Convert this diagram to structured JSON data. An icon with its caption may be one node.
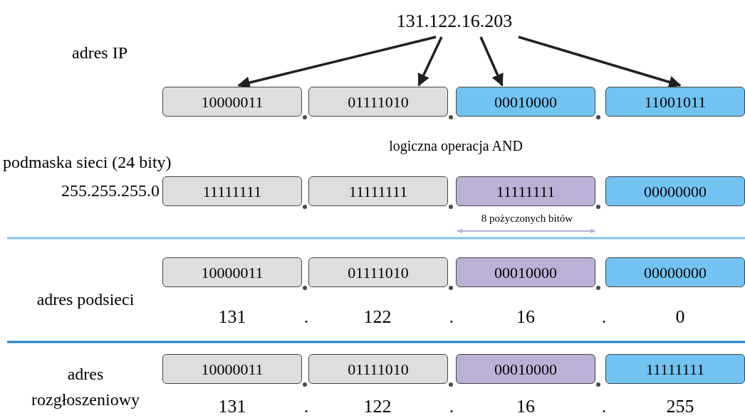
{
  "diagram": {
    "nodes": [
      {
        "text": [
          "131.122.16.203"
        ]
      },
      {
        "text": [
          "10000011"
        ]
      },
      {
        "text": [
          "01111010"
        ]
      },
      {
        "text": [
          "00010000"
        ]
      },
      {
        "text": [
          "11001011"
        ]
      },
      {
        "text": [
          "11111111"
        ]
      },
      {
        "text": [
          "11111111"
        ]
      },
      {
        "text": [
          "11111111"
        ]
      },
      {
        "text": [
          "00000000"
        ]
      },
      {
        "text": [
          "10000011"
        ]
      },
      {
        "text": [
          "01111010"
        ]
      },
      {
        "text": [
          "00010000"
        ]
      },
      {
        "text": [
          "00000000"
        ]
      },
      {
        "text": [
          "10000011"
        ]
      },
      {
        "text": [
          "01111010"
        ]
      },
      {
        "text": [
          "00010000"
        ]
      },
      {
        "text": [
          "11111111"
        ]
      }
    ],
    "edges": [
      {
        "from": 0,
        "to": 1,
        "arrow": "to"
      },
      {
        "from": 0,
        "to": 2,
        "arrow": "to"
      },
      {
        "from": 0,
        "to": 3,
        "arrow": "to"
      },
      {
        "from": 0,
        "to": 4,
        "arrow": "to"
      }
    ],
    "labels": [
      "adres IP",
      "logiczna operacja AND",
      "podmaska sieci (24 bity)",
      "255.255.255.0",
      "8 pożyczonych bitów",
      "adres podsieci",
      "131",
      ".",
      "122",
      ".",
      "16",
      ".",
      "0",
      "adres rozgłoszeniowy",
      "131",
      ".",
      "122",
      ".",
      "16",
      ".",
      "255"
    ]
  }
}
